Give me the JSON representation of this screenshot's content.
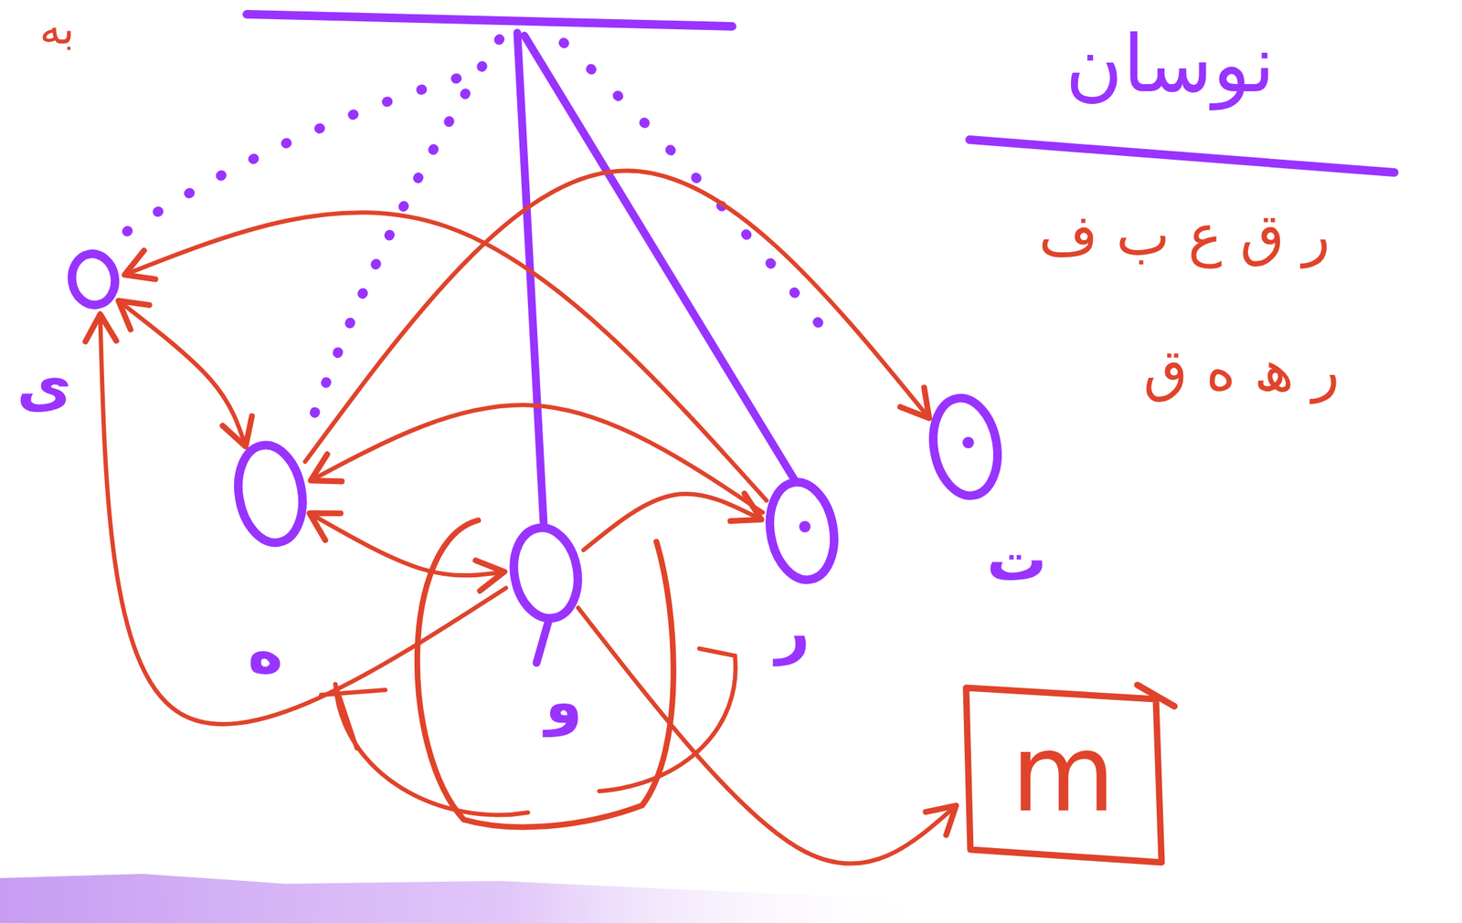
{
  "diagram": {
    "title": "نوسان",
    "nodes": [
      {
        "text": [
          "ی"
        ]
      },
      {
        "text": [
          "ه"
        ]
      },
      {
        "text": [
          "و"
        ]
      },
      {
        "text": [
          "ر"
        ]
      },
      {
        "text": [
          "ت"
        ]
      },
      {
        "text": [
          "m"
        ]
      }
    ],
    "edges": [
      {
        "from": 2,
        "to": 3,
        "arrow": "to"
      },
      {
        "from": 2,
        "to": 1,
        "arrow": "both"
      },
      {
        "from": 3,
        "to": 1,
        "arrow": "to"
      },
      {
        "from": 1,
        "to": 4,
        "arrow": "to"
      },
      {
        "from": 3,
        "to": 0,
        "arrow": "to"
      },
      {
        "from": 0,
        "to": 1,
        "arrow": "both"
      },
      {
        "from": 2,
        "to": 0,
        "arrow": "to"
      },
      {
        "from": 2,
        "to": 5,
        "arrow": "to"
      }
    ],
    "labels": [
      "به",
      "ر ق ع ب ف",
      "ر ھ ه ق"
    ]
  }
}
